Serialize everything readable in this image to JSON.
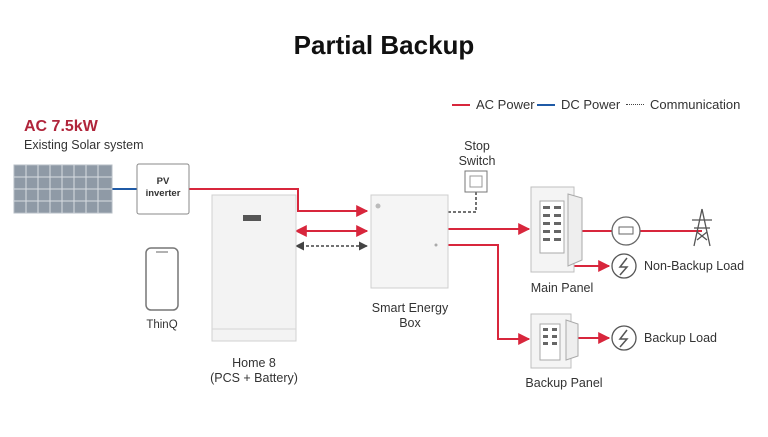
{
  "title": "Partial Backup",
  "legend": {
    "ac": "AC Power",
    "dc": "DC Power",
    "comm": "Communication"
  },
  "solar": {
    "rating": "AC 7.5kW",
    "label": "Existing Solar system"
  },
  "inverter": {
    "label_line1": "PV",
    "label_line2": "inverter"
  },
  "stop_switch": {
    "line1": "Stop",
    "line2": "Switch"
  },
  "thinq": {
    "label": "ThinQ"
  },
  "home8": {
    "line1": "Home 8",
    "line2": "(PCS + Battery)"
  },
  "seb": {
    "line1": "Smart Energy",
    "line2": "Box"
  },
  "main_panel": {
    "label": "Main Panel"
  },
  "backup_panel": {
    "label": "Backup Panel"
  },
  "non_backup_load": {
    "label": "Non-Backup Load"
  },
  "backup_load": {
    "label": "Backup Load"
  },
  "colors": {
    "ac": "#d8263c",
    "dc": "#1f5aa6",
    "comm": "#444444",
    "accent": "#b0243a"
  }
}
